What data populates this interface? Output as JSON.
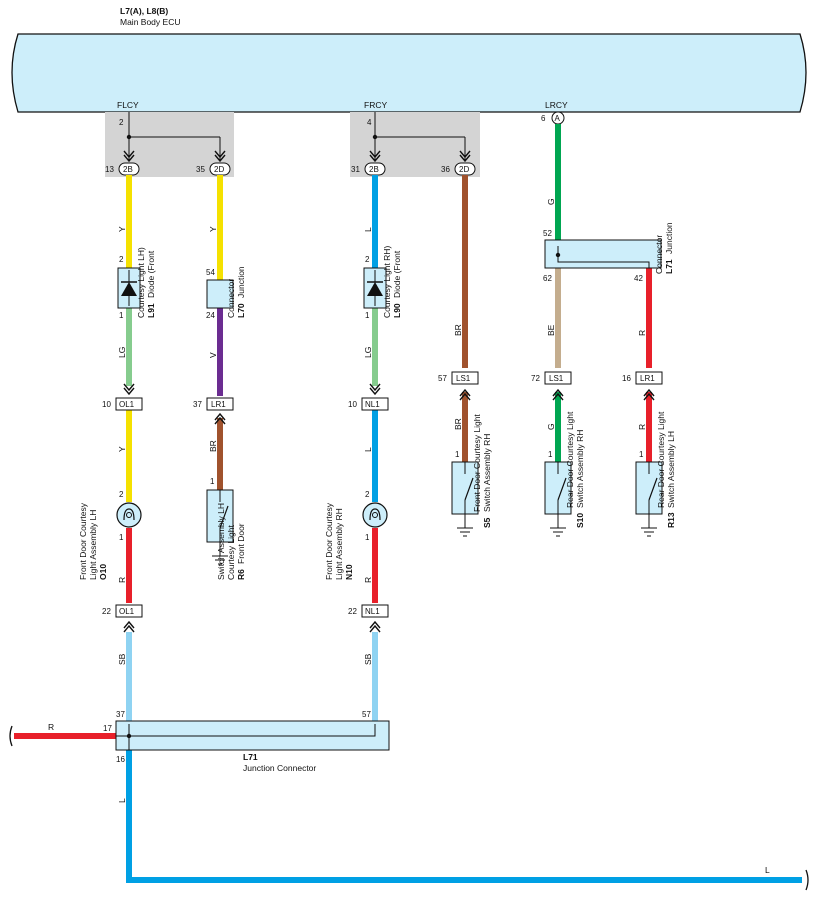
{
  "ecu": {
    "ref": "L7(A), L8(B)",
    "name": "Main Body ECU"
  },
  "signals": {
    "flcy": "FLCY",
    "frcy": "FRCY",
    "lrcy": "LRCY"
  },
  "pins": {
    "flcy_ecu": "2",
    "frcy_ecu": "4",
    "lrcy_ecu": "6",
    "lrcy_letter": "A",
    "p13": "13",
    "p35": "35",
    "p31": "31",
    "p36": "36",
    "c2b": "2B",
    "c2d": "2D",
    "d91_top": "2",
    "d91_bot": "1",
    "l70_top": "54",
    "l70_bot": "24",
    "d90_top": "2",
    "d90_bot": "1",
    "ol1_top": "10",
    "lr1_left": "37",
    "nl1_top": "10",
    "ls1_a": "57",
    "ls1_b": "72",
    "lr1_right": "16",
    "o10_top": "2",
    "o10_bot": "1",
    "r6_top": "1",
    "n10_top": "2",
    "n10_bot": "1",
    "s5_top": "1",
    "s10_top": "1",
    "r13_top": "1",
    "ol1_bot": "22",
    "nl1_bot": "22",
    "jc_37": "37",
    "jc_57": "57",
    "jc_17": "17",
    "jc_16": "16",
    "l71_52": "52",
    "l71_62": "62",
    "l71_42": "42"
  },
  "connectors": {
    "ol1": "OL1",
    "lr1": "LR1",
    "nl1": "NL1",
    "ls1": "LS1"
  },
  "wires": {
    "y": "Y",
    "lg": "LG",
    "v": "V",
    "br": "BR",
    "l": "L",
    "g": "G",
    "be": "BE",
    "r": "R",
    "sb": "SB"
  },
  "components": {
    "l91": {
      "ref": "L91",
      "name1": "Diode (Front",
      "name2": "Courtesy Light LH)"
    },
    "l70": {
      "ref": "L70",
      "name1": "Junction",
      "name2": "Connector"
    },
    "l90": {
      "ref": "L90",
      "name1": "Diode (Front",
      "name2": "Courtesy Light RH)"
    },
    "l71_top": {
      "ref": "L71",
      "name1": "Junction",
      "name2": "Connector"
    },
    "o10": {
      "ref": "O10",
      "name1": "Front Door Courtesy",
      "name2": "Light Assembly LH"
    },
    "r6": {
      "ref": "R6",
      "name1": "Front Door",
      "name2": "Courtesy Light",
      "name3": "Switch Assembly LH"
    },
    "n10": {
      "ref": "N10",
      "name1": "Front Door Courtesy",
      "name2": "Light Assembly RH"
    },
    "s5": {
      "ref": "S5",
      "name1": "Front Door Courtesy Light",
      "name2": "Switch Assembly RH"
    },
    "s10": {
      "ref": "S10",
      "name1": "Rear Door Courtesy Light",
      "name2": "Switch Assembly RH"
    },
    "r13": {
      "ref": "R13",
      "name1": "Rear Door Courtesy Light",
      "name2": "Switch Assembly LH"
    },
    "l71_bottom": {
      "ref": "L71",
      "name": "Junction Connector"
    }
  },
  "colors": {
    "yellow": "#f5e100",
    "lightgreen": "#86cc8e",
    "violet": "#6b2c91",
    "brown": "#a0522d",
    "blue": "#00a0e4",
    "green": "#00a651",
    "beige": "#c4ad8e",
    "red": "#e8202a",
    "skyblue": "#8fd3f2",
    "ecu_fill": "#cdeefa",
    "shade": "#d4d4d4"
  }
}
